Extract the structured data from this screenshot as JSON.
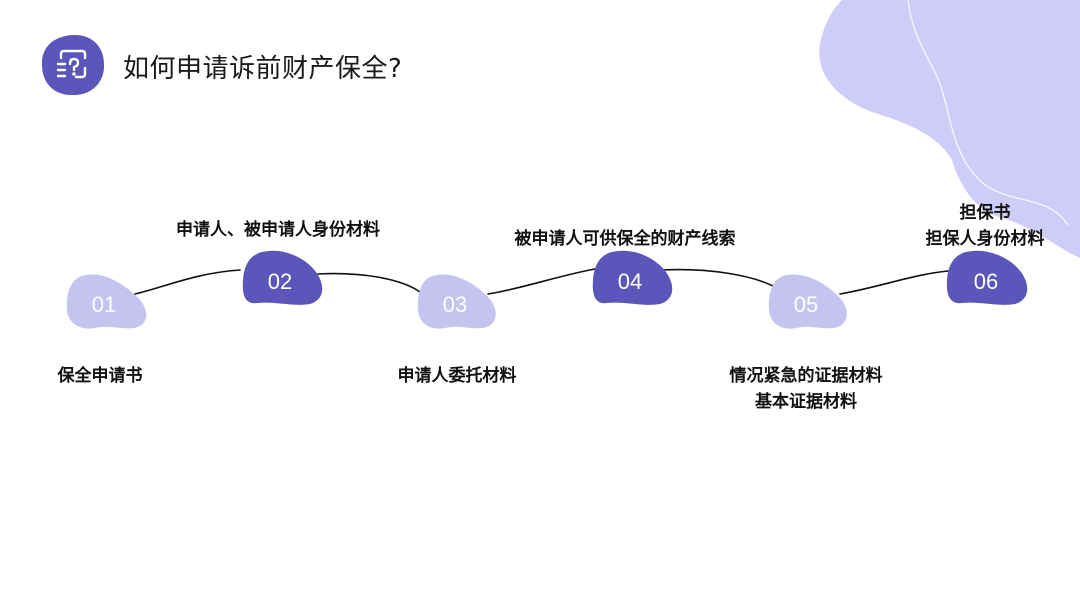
{
  "title": "如何申请诉前财产保全?",
  "colors": {
    "accent": "#5B56B9",
    "accent_light": "#C5C4F0",
    "decor": "#CFCDF8"
  },
  "header_icon": "document-scan-icon",
  "steps": [
    {
      "number": "01",
      "lines": [
        "保全申请书"
      ]
    },
    {
      "number": "02",
      "lines": [
        "申请人、被申请人身份材料"
      ]
    },
    {
      "number": "03",
      "lines": [
        "申请人委托材料"
      ]
    },
    {
      "number": "04",
      "lines": [
        "被申请人可供保全的财产线索"
      ]
    },
    {
      "number": "05",
      "lines": [
        "情况紧急的证据材料",
        "基本证据材料"
      ]
    },
    {
      "number": "06",
      "lines": [
        "担保书",
        "担保人身份材料"
      ]
    }
  ]
}
